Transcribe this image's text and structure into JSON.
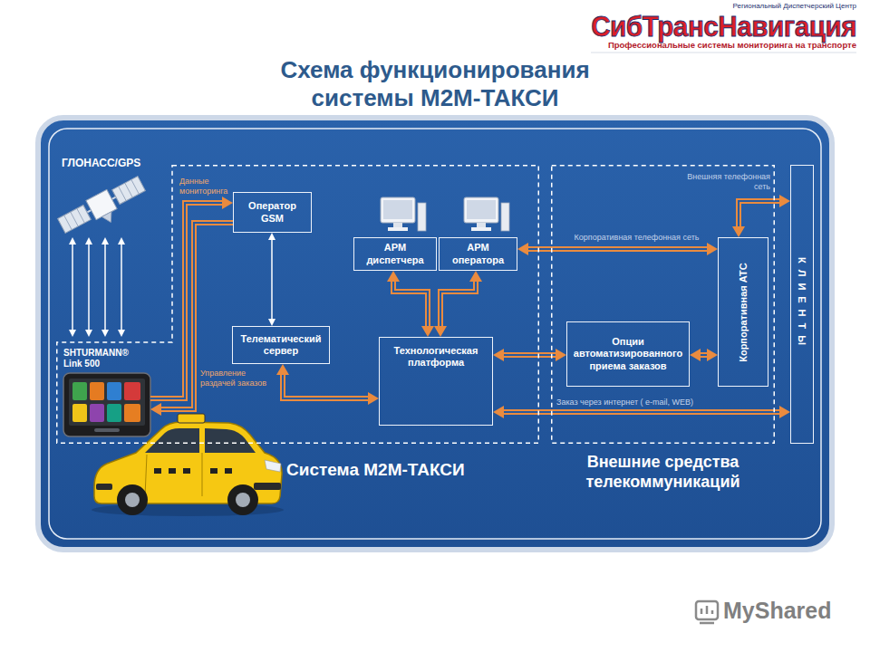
{
  "diagram": {
    "title": "Схема функционирования системы М2М-ТАКСИ",
    "nodes": [
      {
        "text": [
          "Система М2М-ТАКСИ"
        ]
      },
      {
        "text": [
          "SHTURMANN® Link 500"
        ],
        "in": 0
      },
      {
        "text": [
          "Оператор GSM"
        ],
        "in": 0
      },
      {
        "text": [
          "АРМ диспетчера"
        ],
        "in": 0
      },
      {
        "text": [
          "АРМ оператора"
        ],
        "in": 0
      },
      {
        "text": [
          "Телематический сервер"
        ],
        "in": 0
      },
      {
        "text": [
          "Технологическая платформа"
        ],
        "in": 0
      },
      {
        "text": [
          "Внешние средства телекоммуникаций"
        ]
      },
      {
        "text": [
          "Опции автоматизированного приема заказов"
        ],
        "in": 7
      },
      {
        "text": [
          "Корпоративная АТС"
        ],
        "in": 7
      },
      {
        "text": [
          "КЛИЕНТЫ"
        ]
      }
    ],
    "edges": [
      {
        "from": 1,
        "to": 2,
        "arrow": "to",
        "label": "Данные мониторинга"
      },
      {
        "from": 2,
        "to": 1,
        "arrow": "to",
        "label": "Управление раздачей заказов"
      },
      {
        "from": 2,
        "to": 5,
        "arrow": "both"
      },
      {
        "from": 5,
        "to": 6,
        "arrow": "both"
      },
      {
        "from": 3,
        "to": 6,
        "arrow": "both"
      },
      {
        "from": 4,
        "to": 6,
        "arrow": "both"
      },
      {
        "from": 4,
        "to": 9,
        "arrow": "both",
        "label": "Корпоративная телефонная сеть"
      },
      {
        "from": 8,
        "to": 6,
        "arrow": "both"
      },
      {
        "from": 8,
        "to": 9,
        "arrow": "both"
      },
      {
        "from": 9,
        "to": 10,
        "arrow": "both",
        "label": "Внешняя телефонная сеть"
      },
      {
        "from": 6,
        "to": 10,
        "arrow": "both",
        "label": "Заказ через интернет ( e-mail, WEB)"
      }
    ],
    "labels": [
      "Региональный Диспетчерский Центр",
      "СибТрансНавигация",
      "Профессиональные системы мониторинга на транспорте",
      "ГЛОНАСС/GPS",
      "MyShared"
    ]
  }
}
